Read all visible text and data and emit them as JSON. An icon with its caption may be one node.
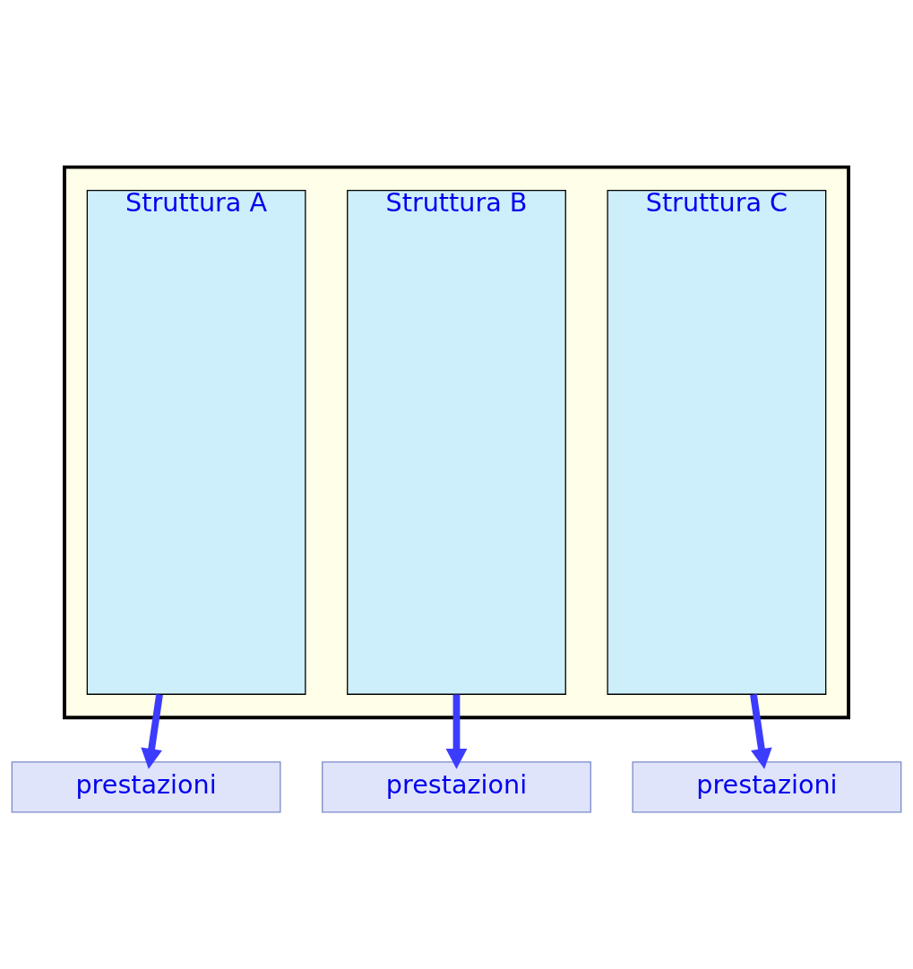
{
  "diagram": {
    "nodes": [
      {
        "text": [],
        "shape": "band"
      },
      {
        "text": [
          "Struttura A"
        ],
        "in": 0
      },
      {
        "text": [
          "Struttura B"
        ],
        "in": 0
      },
      {
        "text": [
          "Struttura C"
        ],
        "in": 0
      },
      {
        "text": [
          "prestazioni"
        ]
      },
      {
        "text": [
          "prestazioni"
        ]
      },
      {
        "text": [
          "prestazioni"
        ]
      }
    ],
    "edges": [
      {
        "from": 1,
        "to": 4,
        "arrow": "to"
      },
      {
        "from": 2,
        "to": 5,
        "arrow": "to"
      },
      {
        "from": 3,
        "to": 6,
        "arrow": "to"
      }
    ]
  }
}
